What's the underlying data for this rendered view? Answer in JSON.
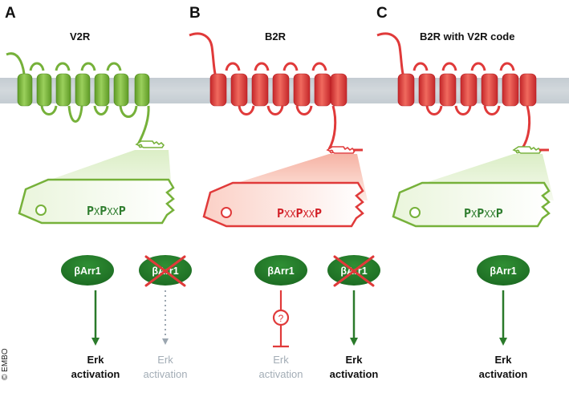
{
  "credit": "© EMBO",
  "colors": {
    "green": "#76b13a",
    "green_dark": "#2a7a2a",
    "red": "#e03a3a",
    "red_dark": "#d21f26",
    "membrane": "#c9d0d5",
    "grey_text": "#a3adb6"
  },
  "panels": [
    {
      "letter": "A",
      "title": "V2R",
      "code_parts": [
        "P",
        "X",
        "P",
        "XX",
        "P"
      ],
      "arrestin": [
        {
          "symbol": "β",
          "label": "Arr1",
          "crossed": false,
          "outcome_line1": "Erk",
          "outcome_line2": "activation",
          "active": true,
          "arrow": "green-solid"
        },
        {
          "symbol": "β",
          "label": "Arr1",
          "crossed": true,
          "outcome_line1": "Erk",
          "outcome_line2": "activation",
          "active": false,
          "arrow": "grey-dotted"
        }
      ]
    },
    {
      "letter": "B",
      "title": "B2R",
      "code_parts": [
        "P",
        "XX",
        "P",
        "XX",
        "P"
      ],
      "arrestin": [
        {
          "symbol": "β",
          "label": "Arr1",
          "crossed": false,
          "outcome_line1": "Erk",
          "outcome_line2": "activation",
          "active": false,
          "arrow": "red-inhibit",
          "question": "?"
        },
        {
          "symbol": "β",
          "label": "Arr1",
          "crossed": true,
          "outcome_line1": "Erk",
          "outcome_line2": "activation",
          "active": true,
          "arrow": "green-solid"
        }
      ]
    },
    {
      "letter": "C",
      "title": "B2R with V2R code",
      "code_parts": [
        "P",
        "X",
        "P",
        "XX",
        "P"
      ],
      "arrestin": [
        {
          "symbol": "β",
          "label": "Arr1",
          "crossed": false,
          "outcome_line1": "Erk",
          "outcome_line2": "activation",
          "active": true,
          "arrow": "green-solid"
        }
      ]
    }
  ]
}
